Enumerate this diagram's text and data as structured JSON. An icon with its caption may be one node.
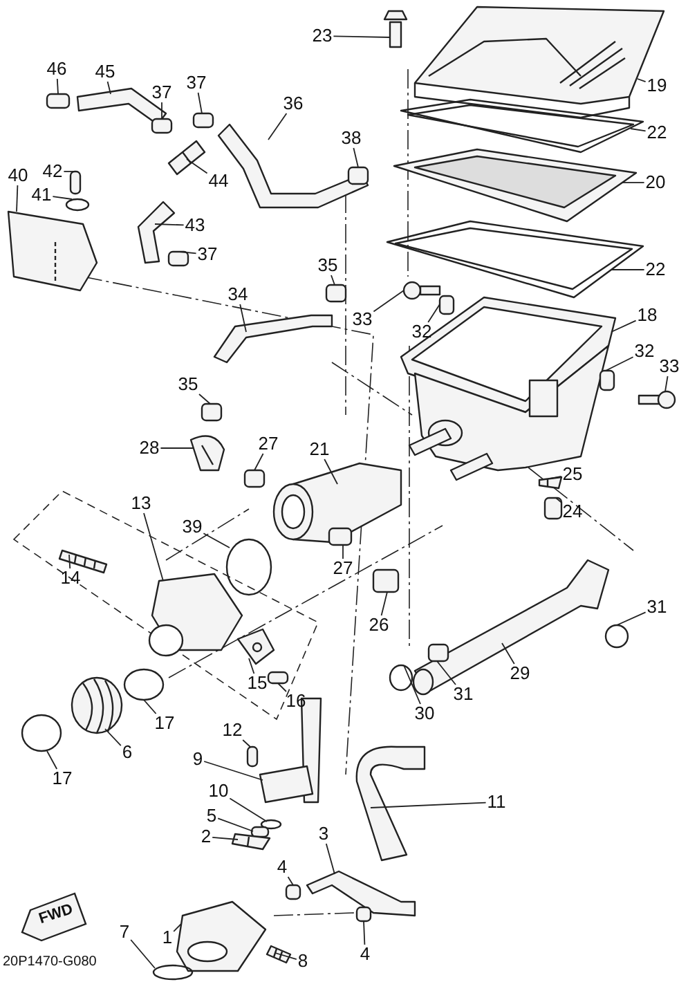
{
  "diagram": {
    "nodes": [
      {
        "text": [
          "46"
        ]
      },
      {
        "text": [
          "45"
        ]
      },
      {
        "text": [
          "37"
        ]
      },
      {
        "text": [
          "37"
        ]
      },
      {
        "text": [
          "36"
        ]
      },
      {
        "text": [
          "38"
        ]
      },
      {
        "text": [
          "40"
        ]
      },
      {
        "text": [
          "42"
        ]
      },
      {
        "text": [
          "41"
        ]
      },
      {
        "text": [
          "44"
        ]
      },
      {
        "text": [
          "43"
        ]
      },
      {
        "text": [
          "37"
        ]
      },
      {
        "text": [
          "23"
        ]
      },
      {
        "text": [
          "19"
        ]
      },
      {
        "text": [
          "22"
        ]
      },
      {
        "text": [
          "20"
        ]
      },
      {
        "text": [
          "22"
        ]
      },
      {
        "text": [
          "33"
        ]
      },
      {
        "text": [
          "32"
        ]
      },
      {
        "text": [
          "34"
        ]
      },
      {
        "text": [
          "35"
        ]
      },
      {
        "text": [
          "18"
        ]
      },
      {
        "text": [
          "32"
        ]
      },
      {
        "text": [
          "33"
        ]
      },
      {
        "text": [
          "35"
        ]
      },
      {
        "text": [
          "28"
        ]
      },
      {
        "text": [
          "27"
        ]
      },
      {
        "text": [
          "21"
        ]
      },
      {
        "text": [
          "13"
        ]
      },
      {
        "text": [
          "39"
        ]
      },
      {
        "text": [
          "14"
        ]
      },
      {
        "text": [
          "25"
        ]
      },
      {
        "text": [
          "24"
        ]
      },
      {
        "text": [
          "27"
        ]
      },
      {
        "text": [
          "26"
        ]
      },
      {
        "text": [
          "31"
        ]
      },
      {
        "text": [
          "29"
        ]
      },
      {
        "text": [
          "31"
        ]
      },
      {
        "text": [
          "30"
        ]
      },
      {
        "text": [
          "15"
        ]
      },
      {
        "text": [
          "16"
        ]
      },
      {
        "text": [
          "17"
        ]
      },
      {
        "text": [
          "6"
        ]
      },
      {
        "text": [
          "17"
        ]
      },
      {
        "text": [
          "12"
        ]
      },
      {
        "text": [
          "9"
        ]
      },
      {
        "text": [
          "10"
        ]
      },
      {
        "text": [
          "5"
        ]
      },
      {
        "text": [
          "11"
        ]
      },
      {
        "text": [
          "2"
        ]
      },
      {
        "text": [
          "3"
        ]
      },
      {
        "text": [
          "4"
        ]
      },
      {
        "text": [
          "4"
        ]
      },
      {
        "text": [
          "1"
        ]
      },
      {
        "text": [
          "7"
        ]
      },
      {
        "text": [
          "8"
        ]
      },
      {
        "text": [],
        "shape": "box"
      },
      {
        "text": [],
        "shape": "picture"
      },
      {
        "text": [],
        "shape": "box"
      },
      {
        "text": [],
        "shape": "box"
      },
      {
        "text": [],
        "shape": "picture"
      },
      {
        "text": [],
        "shape": "box"
      },
      {
        "text": [],
        "shape": "picture"
      },
      {
        "text": [],
        "shape": "box"
      },
      {
        "text": [],
        "shape": "circle"
      },
      {
        "text": [],
        "shape": "picture"
      },
      {
        "text": [],
        "shape": "picture"
      },
      {
        "text": [],
        "shape": "box"
      },
      {
        "text": [],
        "shape": "picture"
      },
      {
        "text": [],
        "shape": "picture"
      },
      {
        "text": [],
        "shape": "picture"
      },
      {
        "text": [],
        "shape": "picture"
      },
      {
        "text": [],
        "shape": "picture"
      },
      {
        "text": [],
        "shape": "picture"
      },
      {
        "text": [],
        "shape": "box"
      },
      {
        "text": [],
        "shape": "picture"
      },
      {
        "text": [],
        "shape": "box"
      },
      {
        "text": [],
        "shape": "picture"
      },
      {
        "text": [],
        "shape": "box"
      },
      {
        "text": [],
        "shape": "picture"
      },
      {
        "text": [],
        "shape": "box"
      },
      {
        "text": [],
        "shape": "picture"
      },
      {
        "text": [],
        "shape": "box"
      },
      {
        "text": [],
        "shape": "picture"
      },
      {
        "text": [],
        "shape": "picture"
      },
      {
        "text": [],
        "shape": "circle"
      },
      {
        "text": [],
        "shape": "picture"
      },
      {
        "text": [],
        "shape": "picture"
      },
      {
        "text": [],
        "shape": "box"
      },
      {
        "text": [],
        "shape": "box"
      },
      {
        "text": [],
        "shape": "box"
      },
      {
        "text": [],
        "shape": "circle"
      },
      {
        "text": [],
        "shape": "picture"
      },
      {
        "text": [],
        "shape": "box"
      },
      {
        "text": [],
        "shape": "circle"
      },
      {
        "text": [],
        "shape": "picture"
      },
      {
        "text": [],
        "shape": "box"
      },
      {
        "text": [],
        "shape": "circle"
      },
      {
        "text": [],
        "shape": "picture"
      },
      {
        "text": [],
        "shape": "circle"
      },
      {
        "text": [],
        "shape": "box"
      },
      {
        "text": [],
        "shape": "picture"
      },
      {
        "text": [],
        "shape": "circle"
      },
      {
        "text": [],
        "shape": "box"
      },
      {
        "text": [],
        "shape": "picture"
      },
      {
        "text": [],
        "shape": "picture"
      },
      {
        "text": [],
        "shape": "picture"
      },
      {
        "text": [],
        "shape": "box"
      },
      {
        "text": [],
        "shape": "box"
      },
      {
        "text": [],
        "shape": "picture"
      },
      {
        "text": [],
        "shape": "circle"
      },
      {
        "text": [],
        "shape": "picture"
      }
    ],
    "edges": [
      {
        "from": 0,
        "to": 56,
        "arrow": "none"
      },
      {
        "from": 1,
        "to": 57,
        "arrow": "none"
      },
      {
        "from": 2,
        "to": 58,
        "arrow": "none"
      },
      {
        "from": 3,
        "to": 59,
        "arrow": "none"
      },
      {
        "from": 4,
        "to": 60,
        "arrow": "none"
      },
      {
        "from": 5,
        "to": 61,
        "arrow": "none"
      },
      {
        "from": 6,
        "to": 62,
        "arrow": "none"
      },
      {
        "from": 7,
        "to": 63,
        "arrow": "none"
      },
      {
        "from": 8,
        "to": 64,
        "arrow": "none"
      },
      {
        "from": 9,
        "to": 65,
        "arrow": "none"
      },
      {
        "from": 10,
        "to": 66,
        "arrow": "none"
      },
      {
        "from": 11,
        "to": 67,
        "arrow": "none"
      },
      {
        "from": 12,
        "to": 68,
        "arrow": "none"
      },
      {
        "from": 13,
        "to": 69,
        "arrow": "none"
      },
      {
        "from": 14,
        "to": 70,
        "arrow": "none"
      },
      {
        "from": 15,
        "to": 71,
        "arrow": "none"
      },
      {
        "from": 16,
        "to": 72,
        "arrow": "none"
      },
      {
        "from": 17,
        "to": 73,
        "arrow": "none"
      },
      {
        "from": 18,
        "to": 74,
        "arrow": "none"
      },
      {
        "from": 19,
        "to": 75,
        "arrow": "none"
      },
      {
        "from": 20,
        "to": 76,
        "arrow": "none"
      },
      {
        "from": 21,
        "to": 77,
        "arrow": "none"
      },
      {
        "from": 22,
        "to": 78,
        "arrow": "none"
      },
      {
        "from": 23,
        "to": 79,
        "arrow": "none"
      },
      {
        "from": 24,
        "to": 80,
        "arrow": "none"
      },
      {
        "from": 25,
        "to": 81,
        "arrow": "none"
      },
      {
        "from": 26,
        "to": 82,
        "arrow": "none"
      },
      {
        "from": 27,
        "to": 83,
        "arrow": "none"
      },
      {
        "from": 28,
        "to": 84,
        "arrow": "none"
      },
      {
        "from": 29,
        "to": 85,
        "arrow": "none"
      },
      {
        "from": 30,
        "to": 86,
        "arrow": "none"
      },
      {
        "from": 31,
        "to": 87,
        "arrow": "none"
      },
      {
        "from": 32,
        "to": 88,
        "arrow": "none"
      },
      {
        "from": 33,
        "to": 89,
        "arrow": "none"
      },
      {
        "from": 34,
        "to": 90,
        "arrow": "none"
      },
      {
        "from": 35,
        "to": 91,
        "arrow": "none"
      },
      {
        "from": 36,
        "to": 92,
        "arrow": "none"
      },
      {
        "from": 37,
        "to": 93,
        "arrow": "none"
      },
      {
        "from": 38,
        "to": 94,
        "arrow": "none"
      },
      {
        "from": 39,
        "to": 95,
        "arrow": "none"
      },
      {
        "from": 40,
        "to": 96,
        "arrow": "none"
      },
      {
        "from": 41,
        "to": 97,
        "arrow": "none"
      },
      {
        "from": 42,
        "to": 98,
        "arrow": "none"
      },
      {
        "from": 43,
        "to": 99,
        "arrow": "none"
      },
      {
        "from": 44,
        "to": 100,
        "arrow": "none"
      },
      {
        "from": 45,
        "to": 101,
        "arrow": "none"
      },
      {
        "from": 46,
        "to": 102,
        "arrow": "none"
      },
      {
        "from": 47,
        "to": 103,
        "arrow": "none"
      },
      {
        "from": 48,
        "to": 104,
        "arrow": "none"
      },
      {
        "from": 49,
        "to": 105,
        "arrow": "none"
      },
      {
        "from": 50,
        "to": 106,
        "arrow": "none"
      },
      {
        "from": 51,
        "to": 107,
        "arrow": "none"
      },
      {
        "from": 52,
        "to": 108,
        "arrow": "none"
      },
      {
        "from": 53,
        "to": 109,
        "arrow": "none"
      },
      {
        "from": 54,
        "to": 110,
        "arrow": "none"
      },
      {
        "from": 55,
        "to": 111,
        "arrow": "none"
      }
    ],
    "labels": [
      "FWD",
      "20P1470-G080"
    ]
  }
}
